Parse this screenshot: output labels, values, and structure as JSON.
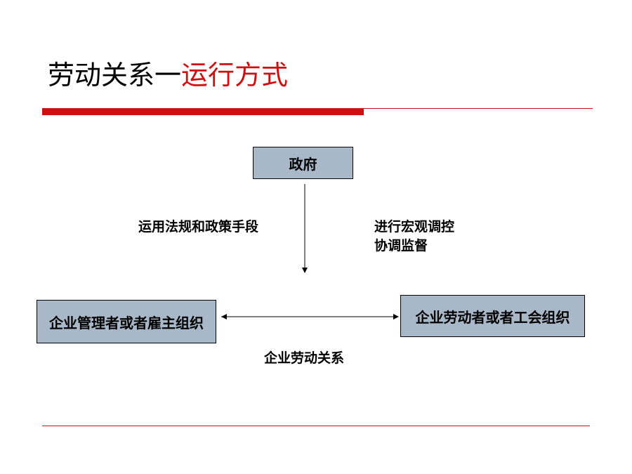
{
  "slide": {
    "title_main": "劳动关系一",
    "title_highlight": "运行方式"
  },
  "diagram": {
    "government": "政府",
    "means": "运用法规和政策手段",
    "macro_control": "进行宏观调控",
    "coordinate": "协调监督",
    "employer": "企业管理者或者雇主组织",
    "labor": "企业劳动者或者工会组织",
    "relation": "企业劳动关系"
  },
  "colors": {
    "accent": "#d01010",
    "box_fill": "#a8b8c8"
  }
}
